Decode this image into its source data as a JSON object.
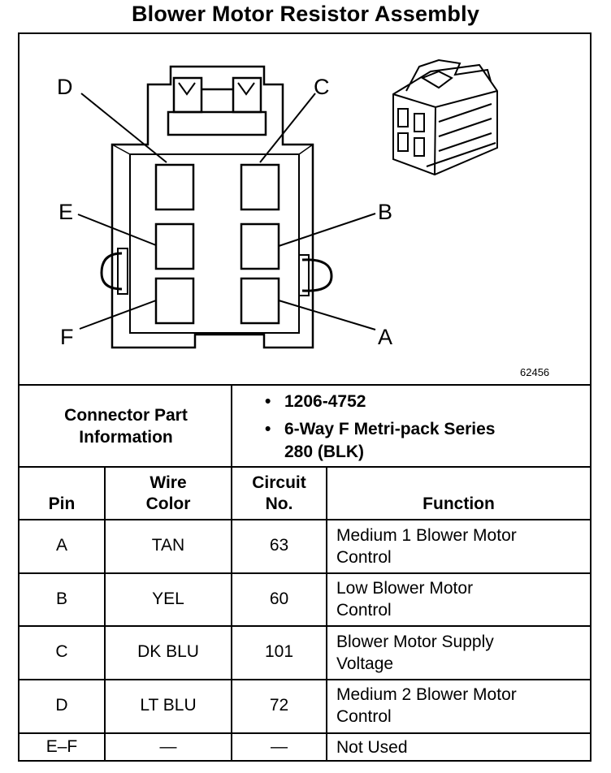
{
  "title": "Blower Motor Resistor Assembly",
  "figure_number": "62456",
  "pins": {
    "D": "D",
    "C": "C",
    "E": "E",
    "B": "B",
    "F": "F",
    "A": "A"
  },
  "connector_info": {
    "label_line1": "Connector Part",
    "label_line2": "Information",
    "items": [
      "1206-4752",
      "6-Way F Metri-pack Series",
      "280 (BLK)"
    ],
    "bullet": "•"
  },
  "table": {
    "headers": {
      "pin": "Pin",
      "wire_line1": "Wire",
      "wire_line2": "Color",
      "circuit_line1": "Circuit",
      "circuit_line2": "No.",
      "function": "Function"
    },
    "rows": [
      {
        "pin": "A",
        "wire": "TAN",
        "circuit": "63",
        "function_line1": "Medium 1 Blower Motor",
        "function_line2": "Control"
      },
      {
        "pin": "B",
        "wire": "YEL",
        "circuit": "60",
        "function_line1": "Low Blower Motor",
        "function_line2": "Control"
      },
      {
        "pin": "C",
        "wire": "DK BLU",
        "circuit": "101",
        "function_line1": "Blower Motor Supply",
        "function_line2": "Voltage"
      },
      {
        "pin": "D",
        "wire": "LT BLU",
        "circuit": "72",
        "function_line1": "Medium 2 Blower Motor",
        "function_line2": "Control"
      },
      {
        "pin": "E–F",
        "wire": "—",
        "circuit": "—",
        "function_line1": "Not Used",
        "function_line2": ""
      }
    ]
  }
}
